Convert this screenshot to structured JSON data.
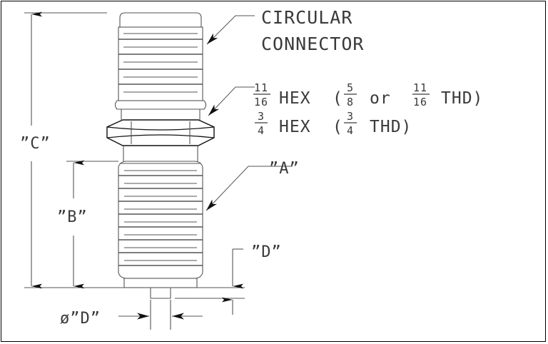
{
  "drawing": {
    "title": "Circular Connector Dimension Drawing",
    "type": "technical-line-drawing",
    "border_color": "#000000",
    "line_color": "#555555",
    "text_color": "#3a3a3a",
    "background": "#ffffff"
  },
  "annotations": {
    "connector_line1": "CIRCULAR",
    "connector_line2": "CONNECTOR",
    "hex_line1": {
      "fraction1_num": "11",
      "fraction1_den": "16",
      "word_hex": "HEX",
      "paren_open": "(",
      "fraction2_num": "5",
      "fraction2_den": "8",
      "word_or": "or",
      "fraction3_num": "11",
      "fraction3_den": "16",
      "word_thd": "THD)"
    },
    "hex_line2": {
      "fraction1_num": "3",
      "fraction1_den": "4",
      "word_hex": "HEX",
      "paren_open": "(",
      "fraction2_num": "3",
      "fraction2_den": "4",
      "word_thd": "THD)"
    }
  },
  "dimensions": {
    "overall_length": "”C”",
    "thread_length": "”B”",
    "part_callout": "”A”",
    "pin_length": "”D”",
    "pin_diameter_prefix": "ø",
    "pin_diameter": "”D”",
    "pin_diameter_full": "ø”D”"
  },
  "parts": {
    "knurled_body": "knurled-connector-body",
    "hex_nut": "hex-nut",
    "threaded_shank": "threaded-shank",
    "center_pin": "center-pin"
  }
}
